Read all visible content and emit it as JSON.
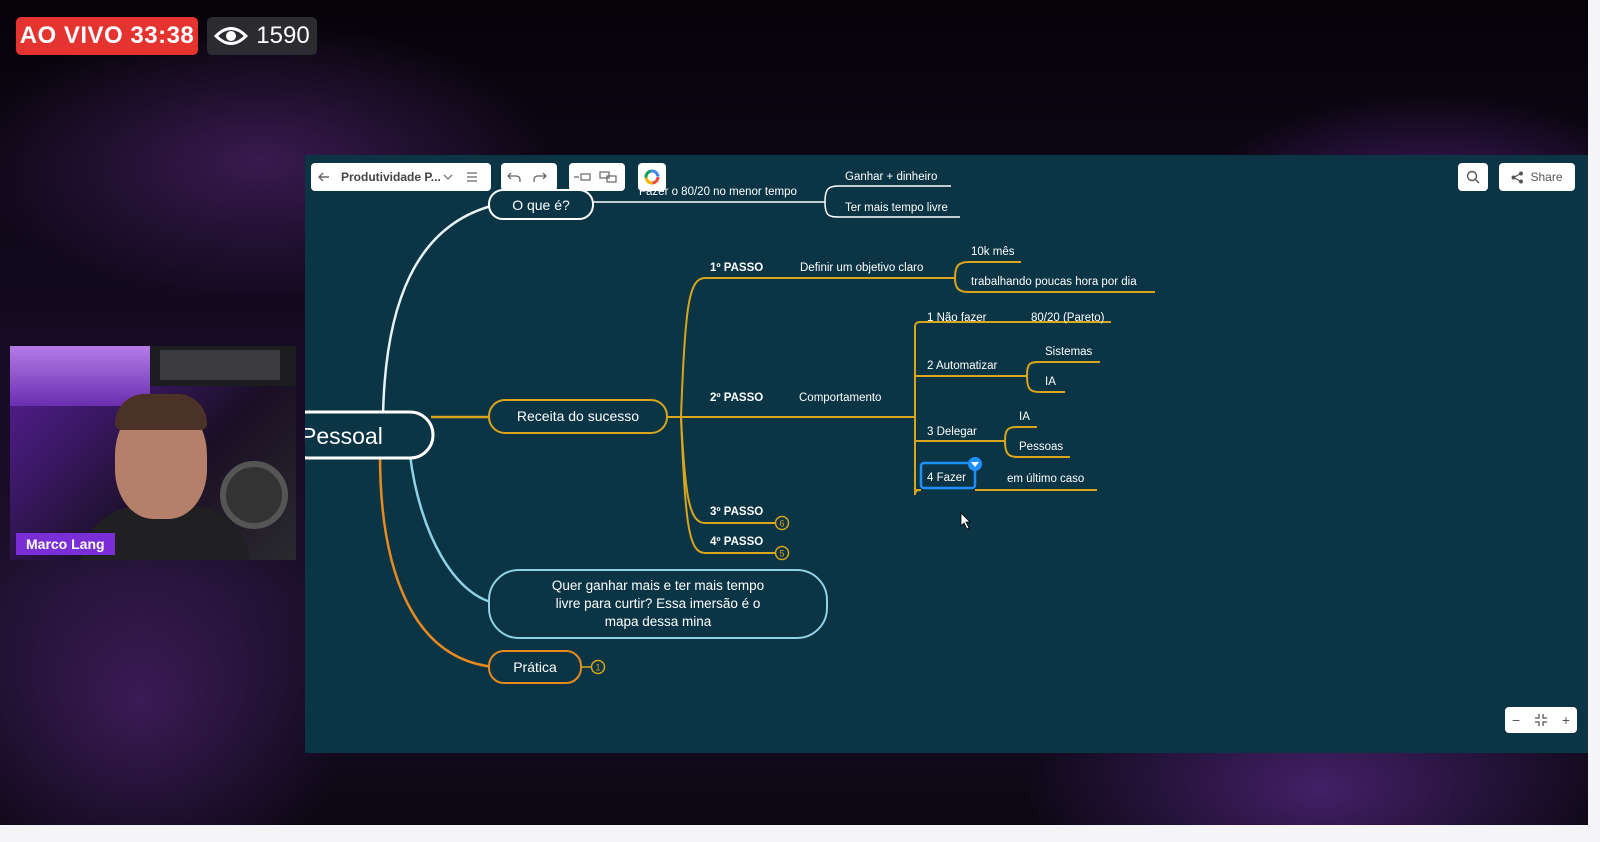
{
  "stream": {
    "live_label": "AO VIVO 33:38",
    "viewer_count": "1590",
    "presenter_name": "Marco Lang",
    "colors": {
      "live": "#e5332f",
      "name_tag": "#7a2ed6"
    }
  },
  "toolbar": {
    "back_icon": "arrow-left-icon",
    "doc_title": "Produtividade P...",
    "menu_icon": "hamburger-icon",
    "undo_icon": "undo-icon",
    "redo_icon": "redo-icon",
    "share_label": "Share",
    "search_icon": "search-icon"
  },
  "mindmap": {
    "colors": {
      "background": "#0b3444",
      "white_branch": "#e8f2f5",
      "yellow_branch": "#d9a51c",
      "orange_branch": "#e88a1e",
      "blue_branch": "#8fd2e4",
      "selection": "#1e90ff"
    },
    "root": "Pessoal",
    "o_que_e": {
      "label": "O que é?",
      "child": "Fazer o 80/20 no menor tempo",
      "leaves": [
        "Ganhar + dinheiro",
        "Ter mais tempo livre"
      ]
    },
    "receita": {
      "label": "Receita do sucesso",
      "passo1": {
        "label": "1º PASSO",
        "child": "Definir um objetivo claro",
        "leaves": [
          "10k mês",
          "trabalhando poucas hora por dia"
        ]
      },
      "passo2": {
        "label": "2º PASSO",
        "child": "Comportamento",
        "items": [
          {
            "label": "1 Não fazer",
            "leaves": [
              "80/20 (Pareto)"
            ]
          },
          {
            "label": "2 Automatizar",
            "leaves": [
              "Sistemas",
              "IA"
            ]
          },
          {
            "label": "3 Delegar",
            "leaves": [
              "IA",
              "Pessoas"
            ]
          },
          {
            "label": "4 Fazer",
            "leaves": [
              "em último caso"
            ]
          }
        ]
      },
      "passo3": {
        "label": "3º PASSO",
        "count": "6"
      },
      "passo4": {
        "label": "4º PASSO",
        "count": "5"
      }
    },
    "quote": {
      "line1": "Quer ganhar mais e ter mais tempo",
      "line2": "livre para curtir? Essa imersão é o",
      "line3": "mapa dessa mina"
    },
    "pratica": {
      "label": "Prática",
      "count": "1"
    }
  }
}
